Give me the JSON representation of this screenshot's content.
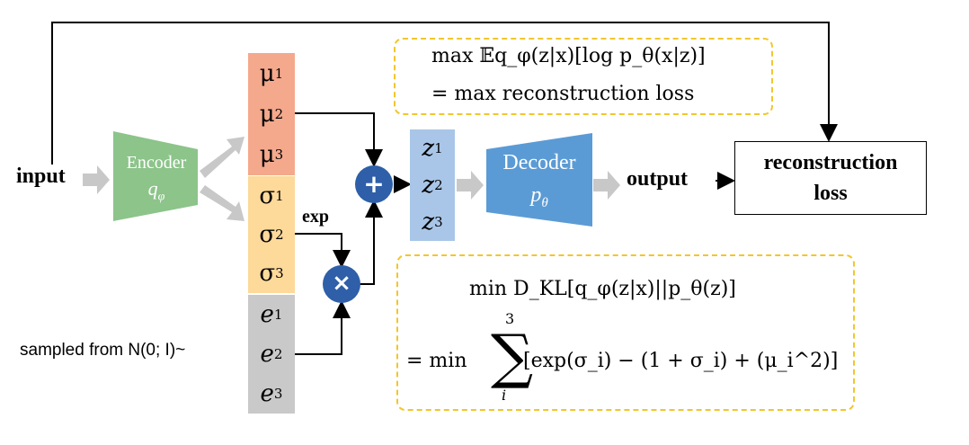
{
  "input_label": "input",
  "output_label": "output",
  "encoder": {
    "label": "Encoder",
    "symbol_base": "q",
    "symbol_sub": "φ",
    "color": "#8cc48a"
  },
  "decoder": {
    "label": "Decoder",
    "symbol_base": "p",
    "symbol_sub": "θ",
    "color": "#5b9bd5"
  },
  "mu": {
    "symbol": "μ",
    "indices": [
      "1",
      "2",
      "3"
    ],
    "color": "#f4a98c"
  },
  "sigma": {
    "symbol": "σ",
    "indices": [
      "1",
      "2",
      "3"
    ],
    "color": "#fdd99a"
  },
  "e": {
    "symbol": "e",
    "indices": [
      "1",
      "2",
      "3"
    ],
    "color": "#c9c9c9"
  },
  "z": {
    "symbol": "z",
    "indices": [
      "1",
      "2",
      "3"
    ],
    "color": "#a9c6e8"
  },
  "exp_label": "exp",
  "plus_symbol": "+",
  "times_symbol": "×",
  "sampled_label": "sampled from N(0; I)~",
  "recon_box": {
    "line1": "reconstruction",
    "line2": "loss"
  },
  "formula_top": {
    "line1": "max 𝔼q_φ(z|x)[log p_θ(x|z)]",
    "line2": "= max  reconstruction loss"
  },
  "formula_bottom": {
    "line1": "min  D_KL[q_φ(z|x)||p_θ(z)]",
    "line2_prefix": "= min",
    "sum_upper": "3",
    "sum_lower": "i",
    "line2_body": "[exp(σ_i) − (1 + σ_i) + (μ_i^2)]"
  },
  "colors": {
    "box_border": "#f2c62c",
    "operator": "#2e5fa8",
    "arrow_gray": "#c8c8c8"
  }
}
